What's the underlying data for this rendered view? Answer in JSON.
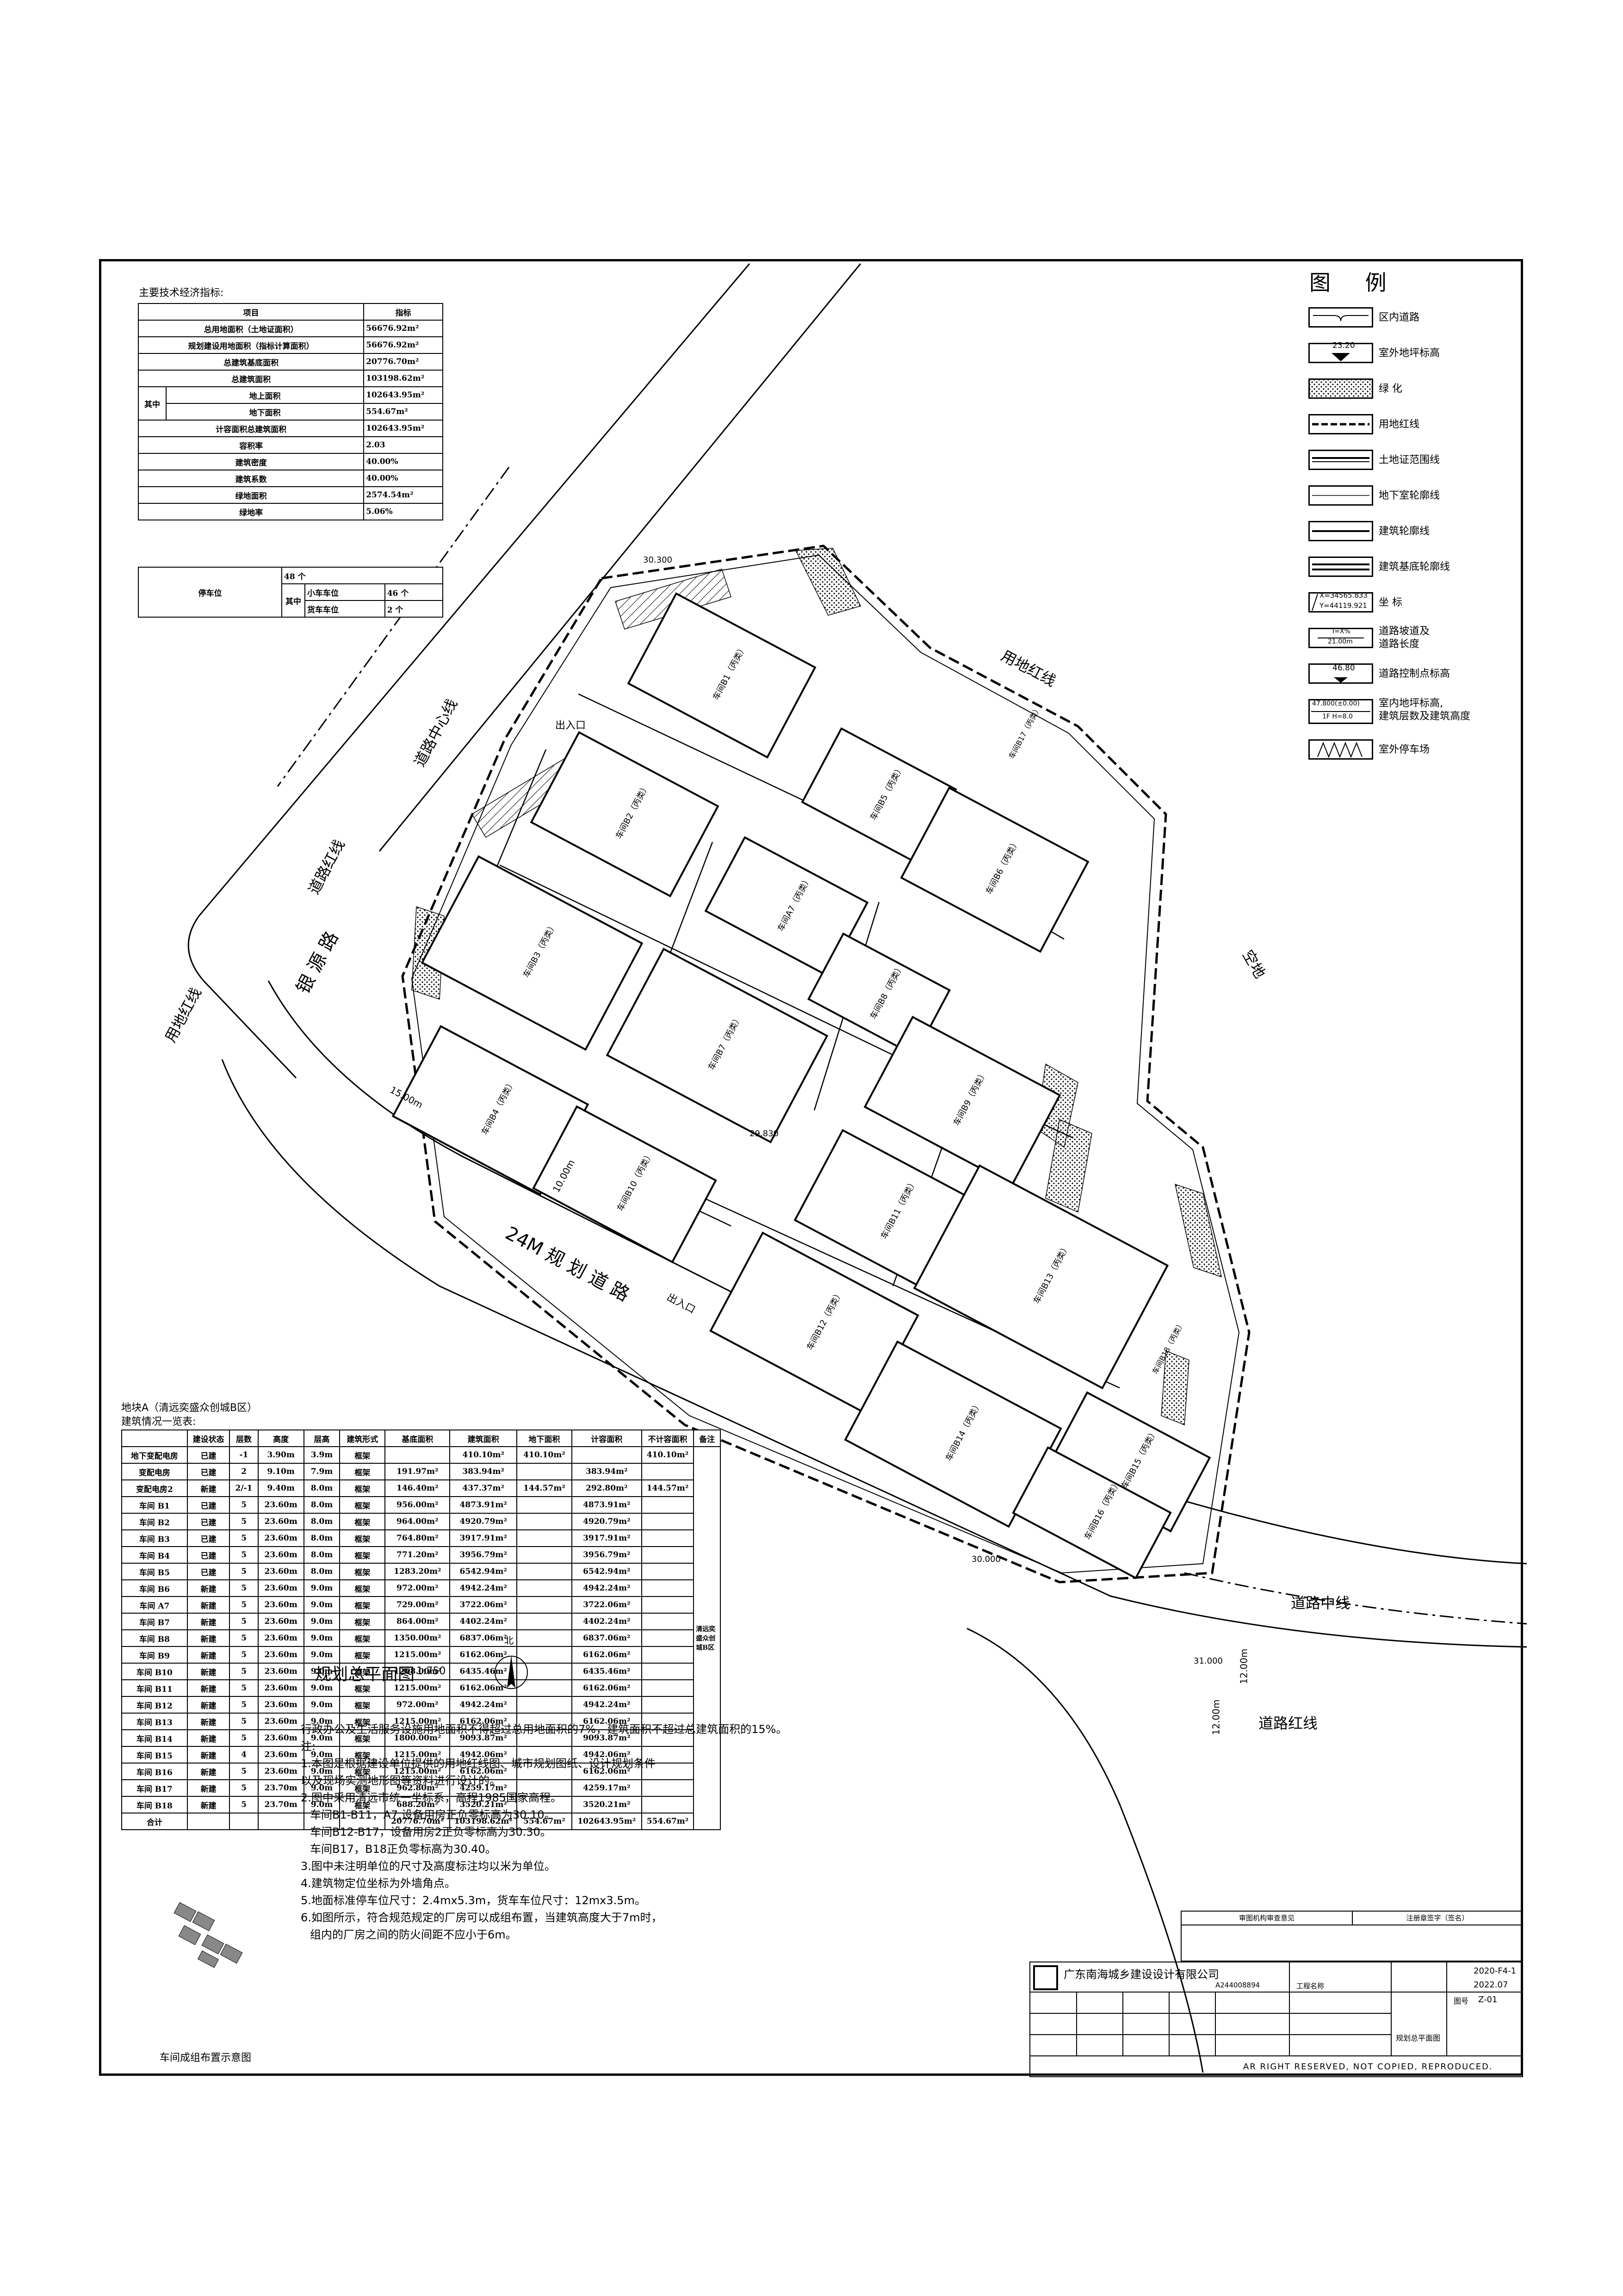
{
  "tech_indicators": {
    "title": "主要技术经济指标:",
    "header": [
      "项目",
      "指标"
    ],
    "rows": [
      {
        "label": "总用地面积（土地证面积）",
        "value": "56676.92m²"
      },
      {
        "label": "规划建设用地面积（指标计算面积）",
        "value": "56676.92m²"
      },
      {
        "label": "总建筑基底面积",
        "value": "20776.70m²"
      },
      {
        "label": "总建筑面积",
        "value": "103198.62m²"
      },
      {
        "label": "地上面积",
        "value": "102643.95m²",
        "group": "其中"
      },
      {
        "label": "地下面积",
        "value": "554.67m²"
      },
      {
        "label": "计容面积总建筑面积",
        "value": "102643.95m²"
      },
      {
        "label": "容积率",
        "value": "2.03"
      },
      {
        "label": "建筑密度",
        "value": "40.00%"
      },
      {
        "label": "建筑系数",
        "value": "40.00%"
      },
      {
        "label": "绿地面积",
        "value": "2574.54m²"
      },
      {
        "label": "绿地率",
        "value": "5.06%"
      }
    ],
    "parking": {
      "label": "停车位",
      "total": "48 个",
      "group": "其中",
      "car_label": "小车车位",
      "car_value": "46 个",
      "truck_label": "货车车位",
      "truck_value": "2 个"
    }
  },
  "legend": {
    "title": "图 例",
    "items": [
      {
        "label": "区内道路",
        "symbol": "road"
      },
      {
        "label": "室外地坪标高",
        "symbol": "elevation",
        "sample": "23.20"
      },
      {
        "label": "绿 化",
        "symbol": "green"
      },
      {
        "label": "用地红线",
        "symbol": "dash-line"
      },
      {
        "label": "土地证范围线",
        "symbol": "double-line"
      },
      {
        "label": "地下室轮廓线",
        "symbol": "thin-line"
      },
      {
        "label": "建筑轮廓线",
        "symbol": "thick-line"
      },
      {
        "label": "建筑基底轮廓线",
        "symbol": "double-thick-line"
      },
      {
        "label": "坐 标",
        "symbol": "coord",
        "sample_x": "X=34565.833",
        "sample_y": "Y=44119.921"
      },
      {
        "label": "道路坡道及\n道路长度",
        "symbol": "slope",
        "sample_top": "I=X%",
        "sample_bottom": "21.00m"
      },
      {
        "label": "道路控制点标高",
        "symbol": "control",
        "sample": "46.80"
      },
      {
        "label": "室内地坪标高,\n建筑层数及建筑高度",
        "symbol": "floor",
        "sample_top": "47.800(±0.00)",
        "sample_bottom": "1F H=8.0"
      },
      {
        "label": "室外停车场",
        "symbol": "parking"
      }
    ]
  },
  "plan_labels": {
    "road_center_1": "道路中心线",
    "road_line_1": "道路红线",
    "red_line_1": "用地红线",
    "road_name": "银 源 路",
    "plan_road": "24M 规 划 道 路",
    "red_line_2": "用地红线",
    "empty_land": "空地",
    "road_center_2": "道路中线",
    "road_line_2": "道路红线",
    "entrance_1": "出入口",
    "entrance_2": "出入口",
    "width_1": "12.00m",
    "width_2": "12.00m",
    "width_3": "15.00m",
    "width_4": "10.00m",
    "elev_1": "30.300",
    "elev_2": "30.000",
    "elev_3": "29.830",
    "elev_4": "31.000"
  },
  "buildings": [
    {
      "id": "B1",
      "label": "车间B1（丙类）"
    },
    {
      "id": "B2",
      "label": "车间B2（丙类）"
    },
    {
      "id": "B3",
      "label": "车间B3（丙类）"
    },
    {
      "id": "B4",
      "label": "车间B4（丙类）"
    },
    {
      "id": "B5",
      "label": "车间B5（丙类）"
    },
    {
      "id": "B6",
      "label": "车间B6（丙类）"
    },
    {
      "id": "A7",
      "label": "车间A7（丙类）"
    },
    {
      "id": "B7",
      "label": "车间B7（丙类）"
    },
    {
      "id": "B8",
      "label": "车间B8（丙类）"
    },
    {
      "id": "B9",
      "label": "车间B9（丙类）"
    },
    {
      "id": "B10",
      "label": "车间B10（丙类）"
    },
    {
      "id": "B11",
      "label": "车间B11（丙类）"
    },
    {
      "id": "B12",
      "label": "车间B12（丙类）"
    },
    {
      "id": "B13",
      "label": "车间B13（丙类）"
    },
    {
      "id": "B14",
      "label": "车间B14（丙类）"
    },
    {
      "id": "B15",
      "label": "车间B15（丙类）"
    },
    {
      "id": "B16",
      "label": "车间B16（丙类）"
    },
    {
      "id": "B17",
      "label": "车间B17（丙类）"
    },
    {
      "id": "B18",
      "label": "车间B18（丙类）"
    }
  ],
  "building_table": {
    "title1": "地块A（清远奕盛众创城B区）",
    "title2": "建筑情况一览表:",
    "headers": [
      "",
      "建设状态",
      "层数",
      "高度",
      "层高",
      "建筑形式",
      "基底面积",
      "建筑面积",
      "地下面积",
      "计容面积",
      "不计容面积",
      "备注"
    ],
    "rows": [
      [
        "地下变配电房",
        "已建",
        "-1",
        "3.90m",
        "3.9m",
        "框架",
        "",
        "410.10m²",
        "410.10m²",
        "",
        "410.10m²"
      ],
      [
        "变配电房",
        "已建",
        "2",
        "9.10m",
        "7.9m",
        "框架",
        "191.97m²",
        "383.94m²",
        "",
        "383.94m²",
        ""
      ],
      [
        "变配电房2",
        "新建",
        "2/-1",
        "9.40m",
        "8.0m",
        "框架",
        "146.40m²",
        "437.37m²",
        "144.57m²",
        "292.80m²",
        "144.57m²"
      ],
      [
        "车间 B1",
        "已建",
        "5",
        "23.60m",
        "8.0m",
        "框架",
        "956.00m²",
        "4873.91m²",
        "",
        "4873.91m²",
        ""
      ],
      [
        "车间 B2",
        "已建",
        "5",
        "23.60m",
        "8.0m",
        "框架",
        "964.00m²",
        "4920.79m²",
        "",
        "4920.79m²",
        ""
      ],
      [
        "车间 B3",
        "已建",
        "5",
        "23.60m",
        "8.0m",
        "框架",
        "764.80m²",
        "3917.91m²",
        "",
        "3917.91m²",
        ""
      ],
      [
        "车间 B4",
        "已建",
        "5",
        "23.60m",
        "8.0m",
        "框架",
        "771.20m²",
        "3956.79m²",
        "",
        "3956.79m²",
        ""
      ],
      [
        "车间 B5",
        "已建",
        "5",
        "23.60m",
        "8.0m",
        "框架",
        "1283.20m²",
        "6542.94m²",
        "",
        "6542.94m²",
        ""
      ],
      [
        "车间 B6",
        "新建",
        "5",
        "23.60m",
        "9.0m",
        "框架",
        "972.00m²",
        "4942.24m²",
        "",
        "4942.24m²",
        ""
      ],
      [
        "车间 A7",
        "新建",
        "5",
        "23.60m",
        "9.0m",
        "框架",
        "729.00m²",
        "3722.06m²",
        "",
        "3722.06m²",
        ""
      ],
      [
        "车间 B7",
        "新建",
        "5",
        "23.60m",
        "9.0m",
        "框架",
        "864.00m²",
        "4402.24m²",
        "",
        "4402.24m²",
        ""
      ],
      [
        "车间 B8",
        "新建",
        "5",
        "23.60m",
        "9.0m",
        "框架",
        "1350.00m²",
        "6837.06m²",
        "",
        "6837.06m²",
        ""
      ],
      [
        "车间 B9",
        "新建",
        "5",
        "23.60m",
        "9.0m",
        "框架",
        "1215.00m²",
        "6162.06m²",
        "",
        "6162.06m²",
        ""
      ],
      [
        "车间 B10",
        "新建",
        "5",
        "23.60m",
        "9.0m",
        "框架",
        "1268.00m²",
        "6435.46m²",
        "",
        "6435.46m²",
        ""
      ],
      [
        "车间 B11",
        "新建",
        "5",
        "23.60m",
        "9.0m",
        "框架",
        "1215.00m²",
        "6162.06m²",
        "",
        "6162.06m²",
        ""
      ],
      [
        "车间 B12",
        "新建",
        "5",
        "23.60m",
        "9.0m",
        "框架",
        "972.00m²",
        "4942.24m²",
        "",
        "4942.24m²",
        ""
      ],
      [
        "车间 B13",
        "新建",
        "5",
        "23.60m",
        "9.0m",
        "框架",
        "1215.00m²",
        "6162.06m²",
        "",
        "6162.06m²",
        ""
      ],
      [
        "车间 B14",
        "新建",
        "5",
        "23.60m",
        "9.0m",
        "框架",
        "1800.00m²",
        "9093.87m²",
        "",
        "9093.87m²",
        ""
      ],
      [
        "车间 B15",
        "新建",
        "4",
        "23.60m",
        "9.0m",
        "框架",
        "1215.00m²",
        "4942.06m²",
        "",
        "4942.06m²",
        ""
      ],
      [
        "车间 B16",
        "新建",
        "5",
        "23.60m",
        "9.0m",
        "框架",
        "1215.00m²",
        "6162.06m²",
        "",
        "6162.06m²",
        ""
      ],
      [
        "车间 B17",
        "新建",
        "5",
        "23.70m",
        "9.0m",
        "框架",
        "962.80m²",
        "4259.17m²",
        "",
        "4259.17m²",
        ""
      ],
      [
        "车间 B18",
        "新建",
        "5",
        "23.70m",
        "9.0m",
        "框架",
        "688.20m²",
        "3520.21m²",
        "",
        "3520.21m²",
        ""
      ]
    ],
    "total": [
      "合计",
      "",
      "",
      "",
      "",
      "",
      "20776.70m²",
      "103198.62m²",
      "554.67m²",
      "102643.95m²",
      "554.67m²"
    ],
    "remark": "清远奕盛众创城B区"
  },
  "plan_title": {
    "text": "规划总平面图",
    "scale": "1:750",
    "north": "北"
  },
  "notes": {
    "intro": "行政办公及生活服务设施用地面积不得超过总用地面积的7%，建筑面积不超过总建筑面积的15%。",
    "header": "注:",
    "items": [
      "1.本图是根据建设单位提供的用地红线图、城市规划图纸、设计规划条件",
      "以及现场实测地形图等资料进行设计的。",
      "2.图中采用清远市统一坐标系，高程1985国家高程。",
      "车间B1-B11，A7,设备用房正负零标高为30.10。",
      "车间B12-B17，设备用房2正负零标高为30.30。",
      "车间B17，B18正负零标高为30.40。",
      "3.图中未注明单位的尺寸及高度标注均以米为单位。",
      "4.建筑物定位坐标为外墙角点。",
      "5.地面标准停车位尺寸：2.4mx5.3m，货车车位尺寸：12mx3.5m。",
      "6.如图所示，符合规范规定的厂房可以成组布置，当建筑高度大于7m时，",
      "组内的厂房之间的防火间距不应小于6m。"
    ]
  },
  "key_plan": {
    "caption": "车间成组布置示意图"
  },
  "title_block": {
    "review_label": "审图机构审查意见",
    "design_label": "注册章签字（签名）",
    "company": "广东南海城乡建设设计有限公司",
    "cert": "A244008894",
    "project_label": "工程名称",
    "drawing_name": "规划总平面图",
    "date": "2022.07",
    "number_label": "图号",
    "number": "Z-01",
    "sheet_number": "2020-F4-1",
    "footer": "AR RIGHT RESERVED, NOT COPIED, REPRODUCED."
  }
}
